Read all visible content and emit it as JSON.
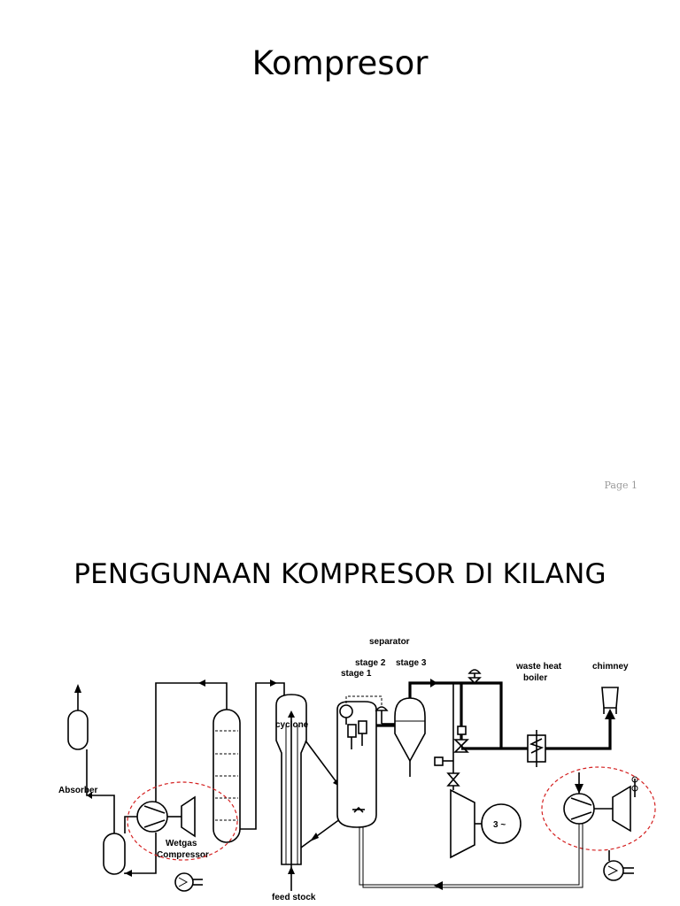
{
  "slide1": {
    "title": "Kompresor",
    "page": "Page 1"
  },
  "slide2": {
    "title": "PENGGUNAAN KOMPRESOR DI KILANG",
    "labels": {
      "separator": "separator",
      "stage2": "stage 2",
      "stage3": "stage 3",
      "stage1": "stage 1",
      "waste_heat": "waste heat",
      "boiler": "boiler",
      "chimney": "chimney",
      "cyclone": "cyclone",
      "absorber": "Absorber",
      "wetgas": "Wetgas",
      "compressor": "Compressor",
      "feed_stock": "feed stock",
      "generator": "3 ~"
    }
  },
  "colors": {
    "highlight_circle": "#d42020",
    "page_number": "#9a9a9a"
  }
}
